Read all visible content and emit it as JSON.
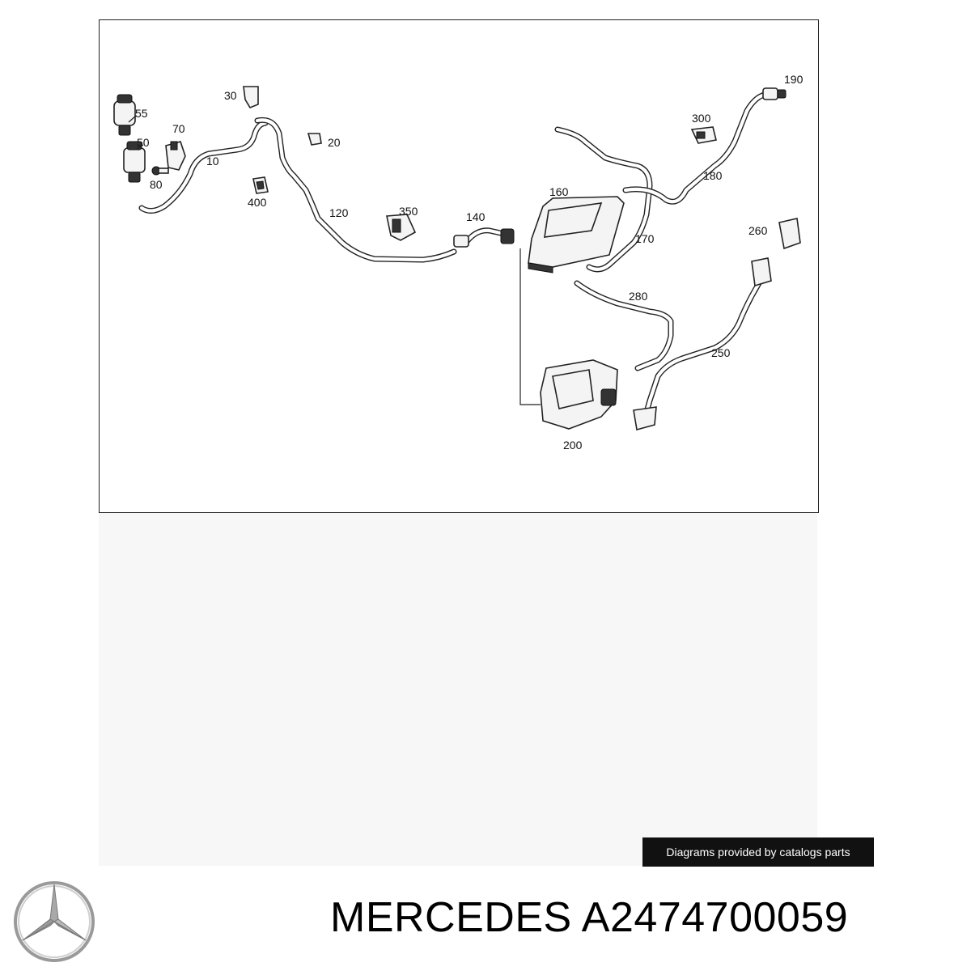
{
  "diagram": {
    "labels": {
      "l10": "10",
      "l20": "20",
      "l30": "30",
      "l50": "50",
      "l55": "55",
      "l70": "70",
      "l80": "80",
      "l120": "120",
      "l140": "140",
      "l160": "160",
      "l170": "170",
      "l180": "180",
      "l190": "190",
      "l200": "200",
      "l250": "250",
      "l260": "260",
      "l280": "280",
      "l300": "300",
      "l350": "350",
      "l400": "400"
    }
  },
  "credit": "Diagrams provided by catalogs parts",
  "brand": {
    "name": "MERCEDES",
    "part_number": "A2474700059",
    "logo_icon": "mercedes-star-icon"
  }
}
